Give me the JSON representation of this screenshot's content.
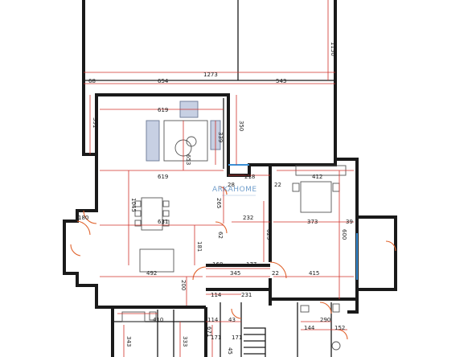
{
  "watermark": "ARKAHOME",
  "colors": {
    "wall": "#1a1a1a",
    "dimension_line": "#d0322a",
    "door_arc": "#e0632d",
    "window": "#3a8fd6",
    "sofa_fill": "#c7d0e3"
  },
  "dimensions": {
    "d1150": "1150",
    "d1273": "1273",
    "d68": "68",
    "d654": "654",
    "d543": "543",
    "d391": "391",
    "d619_top": "619",
    "d350": "350",
    "d339": "339",
    "d653": "653",
    "d619_bottom": "619",
    "d218": "218",
    "d412": "412",
    "d28": "28",
    "d22_a": "22",
    "d1045": "1045",
    "d265": "265",
    "d631": "631",
    "d232": "232",
    "d373": "373",
    "d39": "39",
    "d180": "180",
    "d62": "62",
    "d600": "600",
    "d181": "181",
    "d623": "623",
    "d168": "168",
    "d177": "177",
    "d345": "345",
    "d22_b": "22",
    "d415": "415",
    "d492": "492",
    "d200": "200",
    "d114_a": "114",
    "d231": "231",
    "d410": "410",
    "d114_b": "114",
    "d43": "43",
    "d290": "290",
    "d144": "144",
    "d152": "152",
    "d671": "671",
    "d171_a": "171",
    "d171_b": "171",
    "d343": "343",
    "d333": "333",
    "d45": "45"
  }
}
